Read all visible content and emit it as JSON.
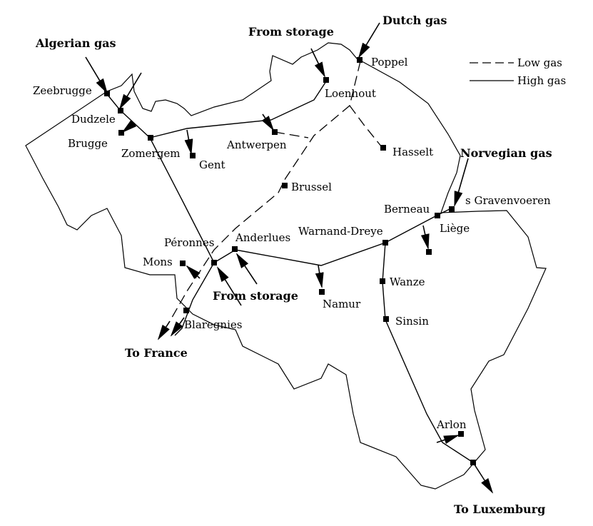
{
  "legend": {
    "low_gas": "Low gas",
    "high_gas": "High gas"
  },
  "sources": {
    "algerian_gas": "Algerian gas",
    "from_storage_north": "From storage",
    "dutch_gas": "Dutch gas",
    "norwegian_gas": "Norvegian gas",
    "from_storage_south": "From storage",
    "to_france": "To France",
    "to_luxemburg": "To Luxemburg"
  },
  "nodes": {
    "zeebrugge": "Zeebrugge",
    "dudzele": "Dudzele",
    "brugge": "Brugge",
    "zomergem": "Zomergem",
    "gent": "Gent",
    "antwerpen": "Antwerpen",
    "loenhout": "Loenhout",
    "poppel": "Poppel",
    "hasselt": "Hasselt",
    "brussel": "Brussel",
    "gravenvoeren": "s Gravenvoeren",
    "berneau": "Berneau",
    "liege": "Liège",
    "warnand_dreye": "Warnand-Dreye",
    "anderlues": "Anderlues",
    "peronnes": "Péronnes",
    "mons": "Mons",
    "namur": "Namur",
    "wanze": "Wanze",
    "sinsin": "Sinsin",
    "blaregnies": "Blaregnies",
    "arlon": "Arlon"
  }
}
